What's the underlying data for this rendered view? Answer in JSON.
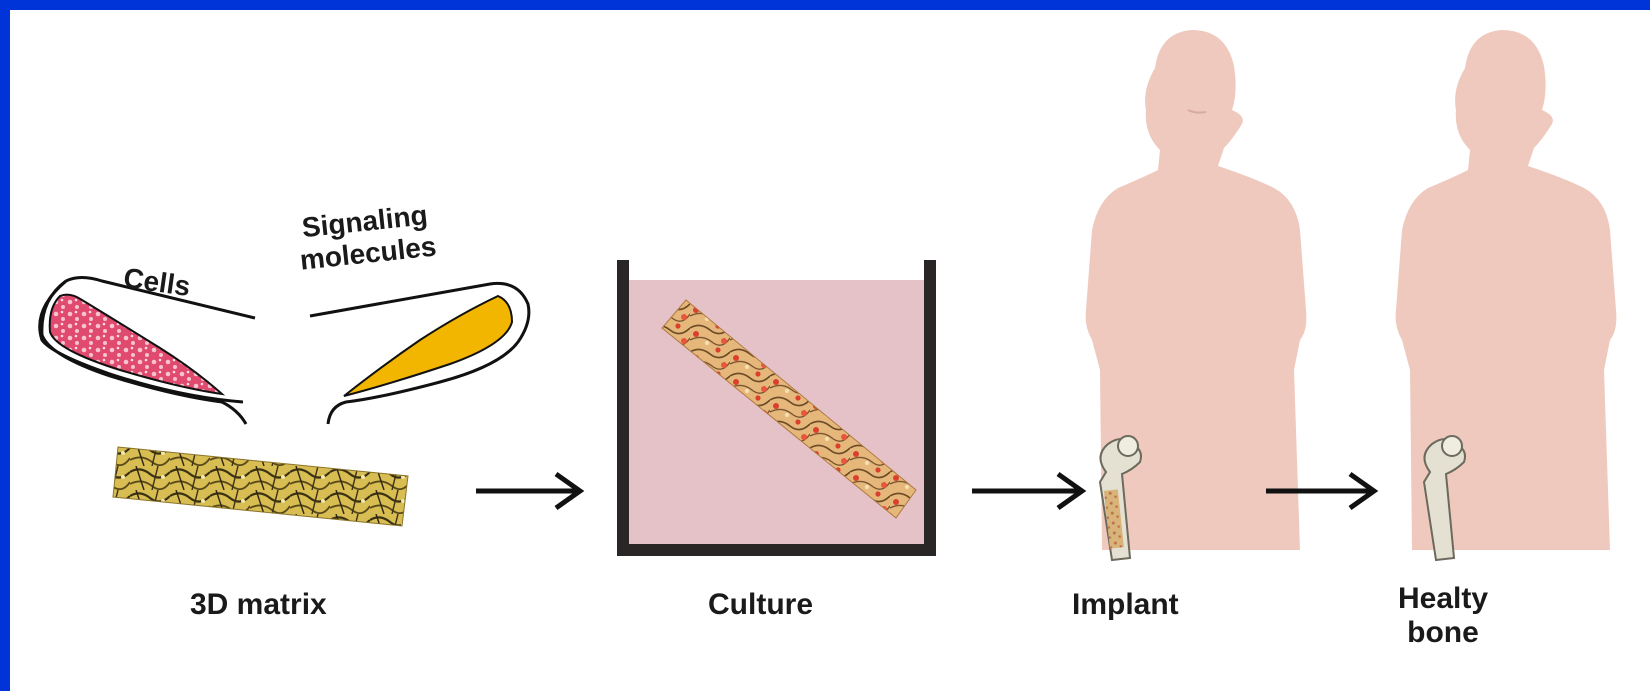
{
  "labels": {
    "cells": "Cells",
    "signaling_line1": "Signaling",
    "signaling_line2": "molecules",
    "matrix": "3D matrix",
    "culture": "Culture",
    "implant": "Implant",
    "healthy_line1": "Healty",
    "healthy_line2": "bone"
  },
  "colors": {
    "border": "#0033d8",
    "cells_pink": "#d8375e",
    "signal_yellow": "#f0b400",
    "culture_medium": "#e4c2c8",
    "body_silhouette": "#efc9be",
    "matrix_gold": "#c9a33a"
  }
}
